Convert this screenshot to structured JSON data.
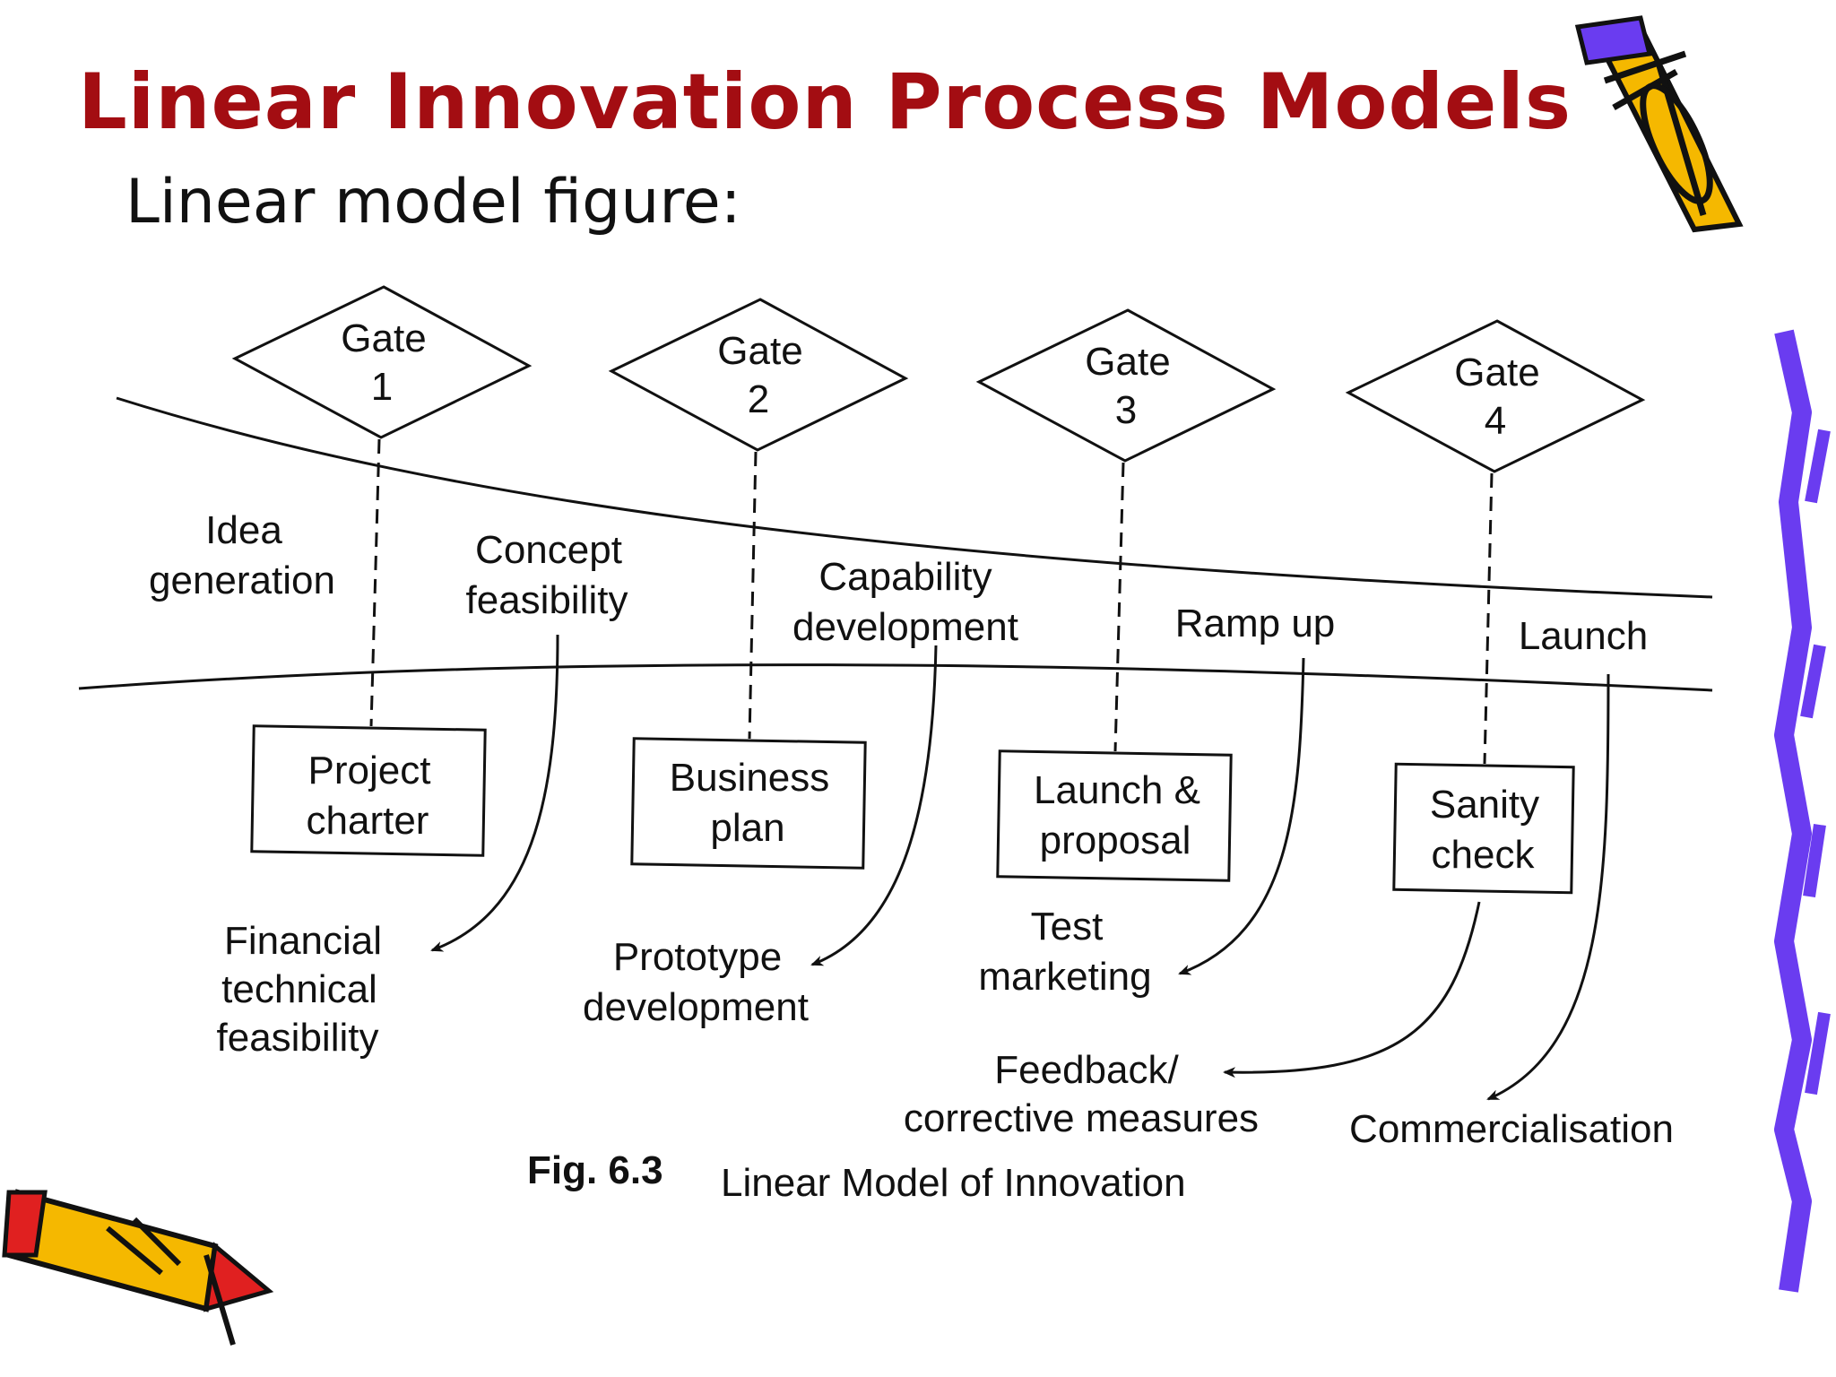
{
  "slide": {
    "title": "Linear Innovation Process Models",
    "subtitle": "Linear model figure:"
  },
  "figure": {
    "gates": [
      {
        "line1": "Gate",
        "line2": "1"
      },
      {
        "line1": "Gate",
        "line2": "2"
      },
      {
        "line1": "Gate",
        "line2": "3"
      },
      {
        "line1": "Gate",
        "line2": "4"
      }
    ],
    "phases": [
      {
        "line1": "Idea",
        "line2": "generation"
      },
      {
        "line1": "Concept",
        "line2": "feasibility"
      },
      {
        "line1": "Capability",
        "line2": "development"
      },
      {
        "line1": "Ramp up"
      },
      {
        "line1": "Launch"
      }
    ],
    "deliverables": [
      {
        "line1": "Project",
        "line2": "charter"
      },
      {
        "line1": "Business",
        "line2": "plan"
      },
      {
        "line1": "Launch &",
        "line2": "proposal"
      },
      {
        "line1": "Sanity",
        "line2": "check"
      }
    ],
    "activities": [
      {
        "line1": "Financial",
        "line2": "technical",
        "line3": "feasibility"
      },
      {
        "line1": "Prototype",
        "line2": "development"
      },
      {
        "line1": "Test",
        "line2": "marketing"
      },
      {
        "line1": "Feedback/",
        "line2": "corrective measures"
      },
      {
        "line1": "Commercialisation"
      }
    ],
    "caption": {
      "number": "Fig. 6.3",
      "text": "Linear Model of Innovation"
    }
  },
  "colors": {
    "title": "#a30d12",
    "pencil_yellow": "#f5b800",
    "pencil_purple": "#6a3cf0",
    "ink": "#111111"
  }
}
